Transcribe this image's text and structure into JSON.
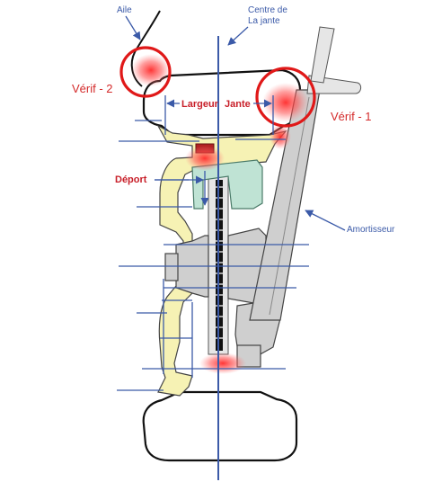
{
  "labels": {
    "aile": "Aile",
    "centre_line1": "Centre de",
    "centre_line2": "La jante",
    "verif_2": "Vérif - 2",
    "verif_1": "Vérif - 1",
    "largeur": "Largeur",
    "jante": "Jante",
    "deport": "Déport",
    "amortisseur": "Amortisseur"
  },
  "colors": {
    "label_blue": "#3b5aa8",
    "check_red": "#e01818",
    "rim_yellow": "#f6f2b4",
    "knuckle_green": "#bfe3d4"
  }
}
